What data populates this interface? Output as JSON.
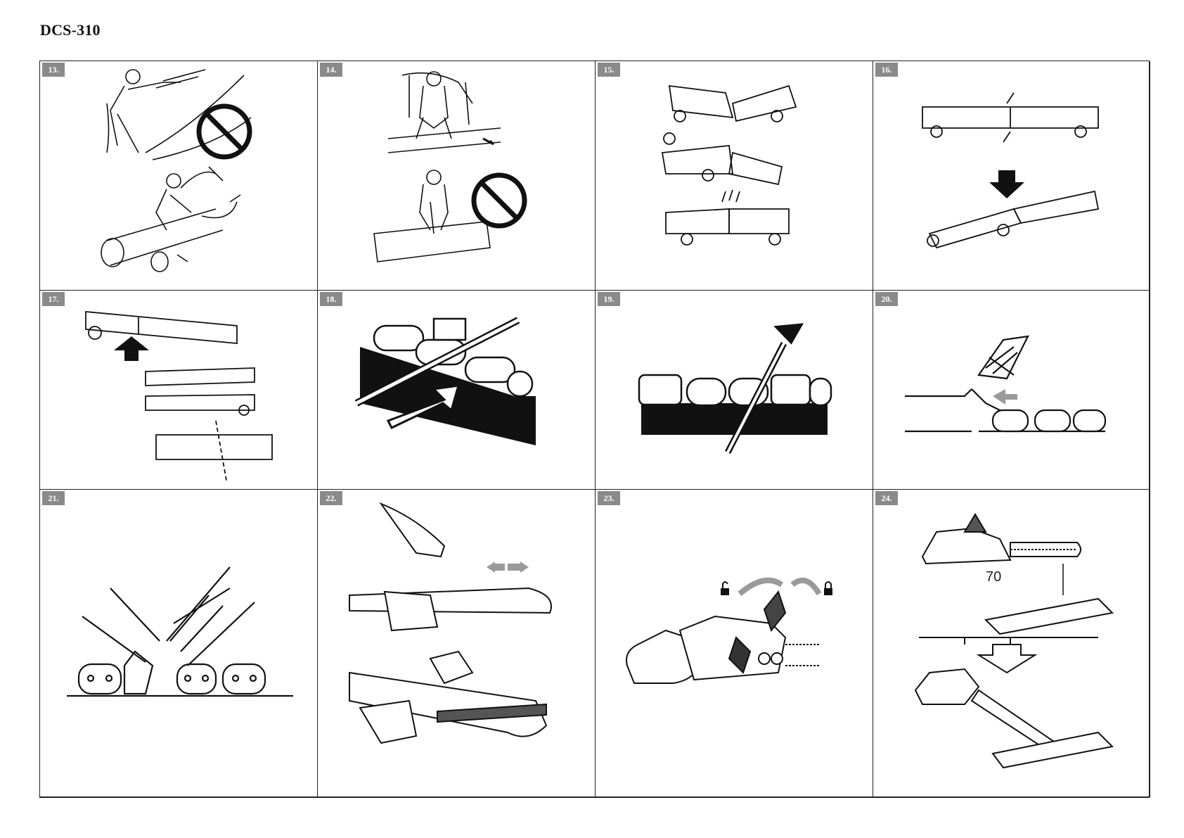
{
  "document": {
    "title": "DCS-310"
  },
  "figures": [
    {
      "number": "13."
    },
    {
      "number": "14."
    },
    {
      "number": "15."
    },
    {
      "number": "16."
    },
    {
      "number": "17."
    },
    {
      "number": "18."
    },
    {
      "number": "19."
    },
    {
      "number": "20."
    },
    {
      "number": "21."
    },
    {
      "number": "22."
    },
    {
      "number": "23."
    },
    {
      "number": "24."
    }
  ],
  "fig24": {
    "height_label": "70"
  },
  "icons": {
    "prohibition": "prohibition-icon",
    "unlock": "unlock-icon",
    "lock": "lock-icon"
  },
  "colors": {
    "ink": "#111111",
    "badge": "#8a8a8a",
    "arrow_gray": "#9a9a9a"
  }
}
